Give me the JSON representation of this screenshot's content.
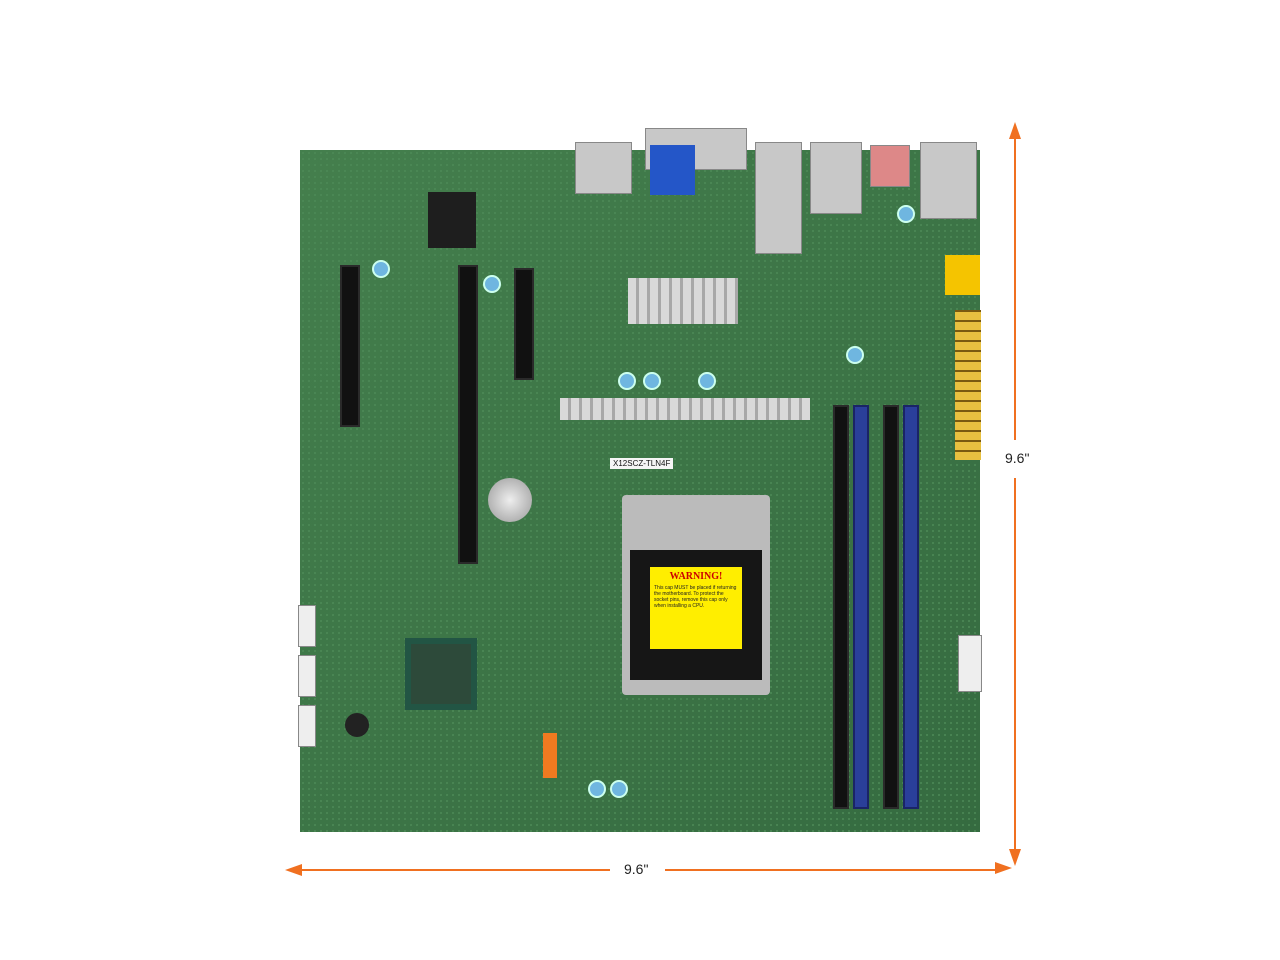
{
  "product": {
    "model_label": "X12SCZ-TLN4F",
    "warning_title": "WARNING!",
    "warning_text": "This cap MUST be placed if returning the motherboard. To protect the socket pins, remove this cap only when installing a CPU."
  },
  "dimensions": {
    "width_label": "9.6\"",
    "height_label": "9.6\""
  },
  "colors": {
    "board": "#3f7a4a",
    "arrow": "#f07020",
    "dimm_blue": "#2a3f9a",
    "warning": "#ffee00"
  }
}
